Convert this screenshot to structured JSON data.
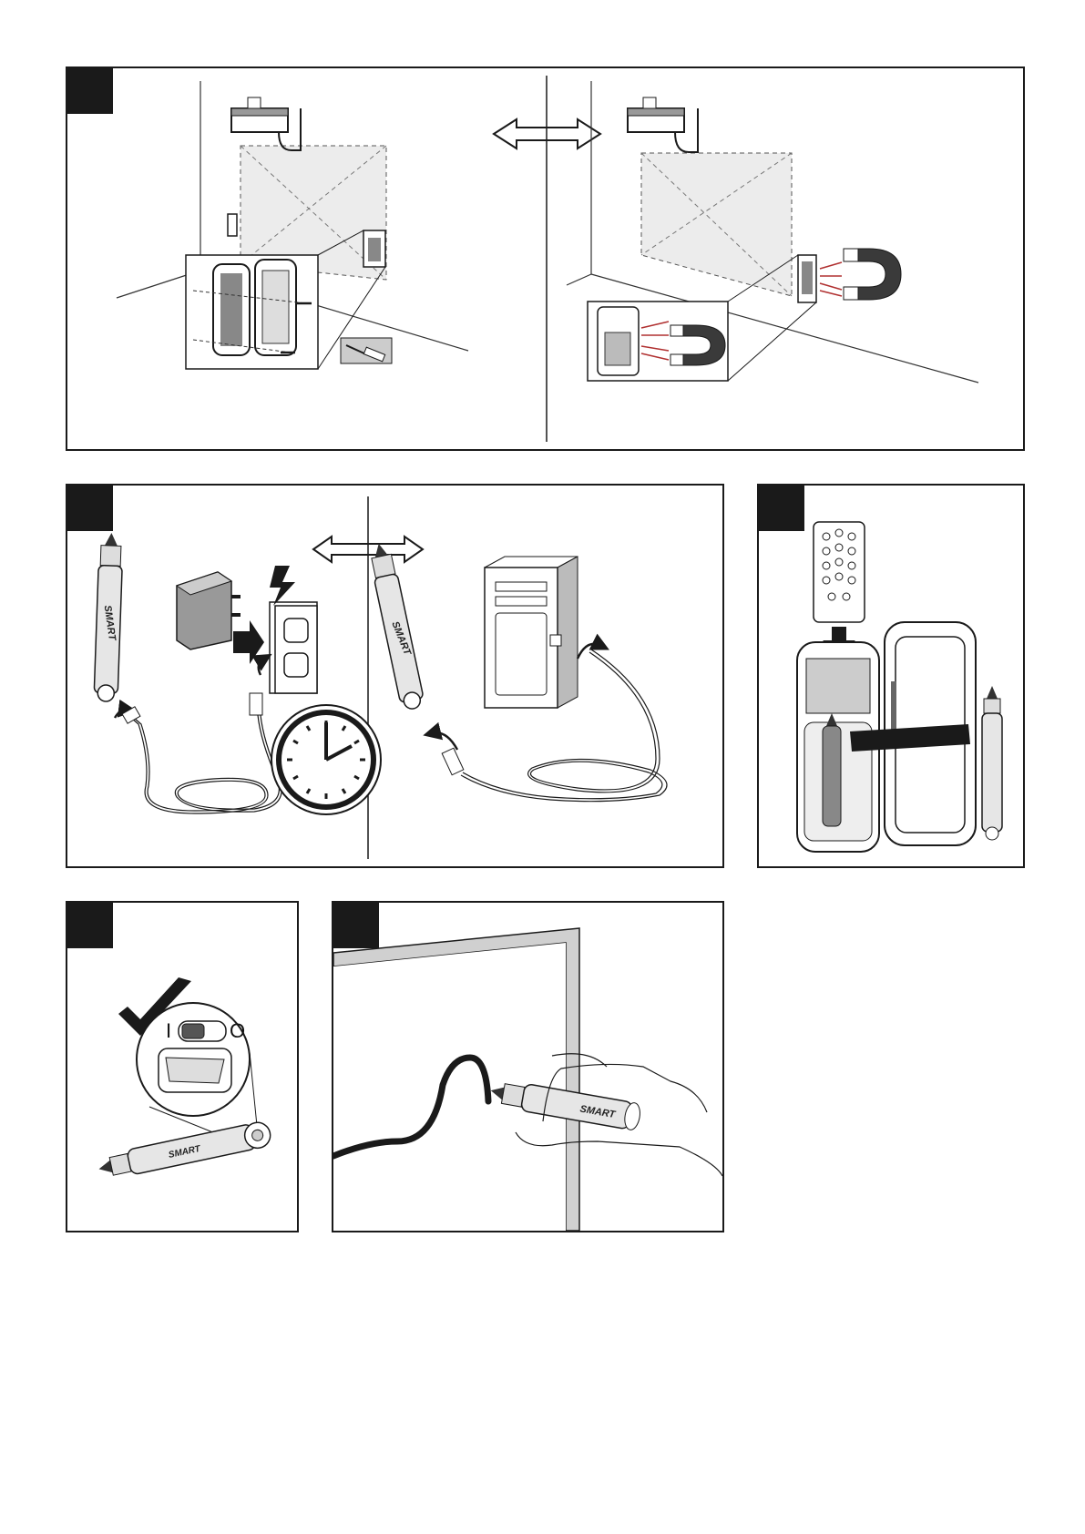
{
  "brand_text": "SMART",
  "switch_labels": {
    "on": "I",
    "off": "O"
  },
  "colors": {
    "ink": "#1a1a1a",
    "projection": "#ececec",
    "infrared": "#b03030",
    "magnet": "#3a3a3a"
  },
  "icons": [
    "projector-icon",
    "pen-tray-icon",
    "screwdriver-icon",
    "magnet-icon",
    "pen-icon",
    "power-adapter-icon",
    "outlet-icon",
    "lightning-icon",
    "clock-icon",
    "usb-cable-icon",
    "computer-tower-icon",
    "remote-control-icon",
    "checkmark-icon",
    "power-switch-icon",
    "hand-icon"
  ]
}
